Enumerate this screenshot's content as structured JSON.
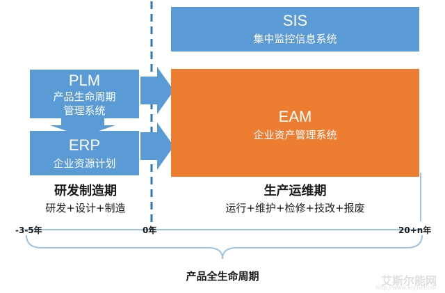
{
  "boxes": {
    "sis": {
      "title": "SIS",
      "subtitle": "集中监控信息系统"
    },
    "plm": {
      "title": "PLM",
      "line1": "产品生命周期",
      "line2": "管理系统"
    },
    "erp": {
      "title": "ERP",
      "subtitle": "企业资源计划"
    },
    "eam": {
      "title": "EAM",
      "subtitle": "企业资产管理系统"
    }
  },
  "phases": {
    "rd": {
      "title": "研发制造期",
      "subtitle": "研发+设计+制造"
    },
    "ops": {
      "title": "生产运维期",
      "subtitle": "运行+维护+检修+技改+报废"
    }
  },
  "timeline": {
    "start": "-3-5年",
    "zero": "0年",
    "end": "20+n年",
    "label": "产品全生命周期"
  },
  "watermark": {
    "main": "艾斯尔能网",
    "url": "http://www.eiy.net.cn/"
  },
  "colors": {
    "blue": "#5b9bd5",
    "orange": "#ed7d31",
    "divider": "#2e75b6",
    "bracket": "#9dc3e6"
  }
}
